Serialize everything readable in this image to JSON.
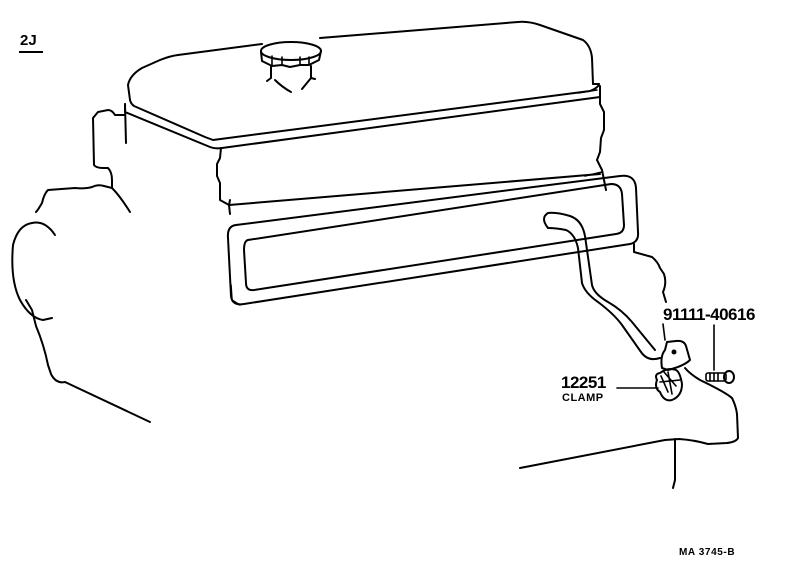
{
  "diagram": {
    "figure_id": "2J",
    "reference_code": "MA 3745-B",
    "subject": "Engine cylinder head cover with tube and clamp",
    "callouts": [
      {
        "part_number": "91111-40616",
        "name": ""
      },
      {
        "part_number": "12251",
        "name": "CLAMP"
      }
    ]
  },
  "colors": {
    "line": "#000000",
    "background": "#ffffff"
  }
}
